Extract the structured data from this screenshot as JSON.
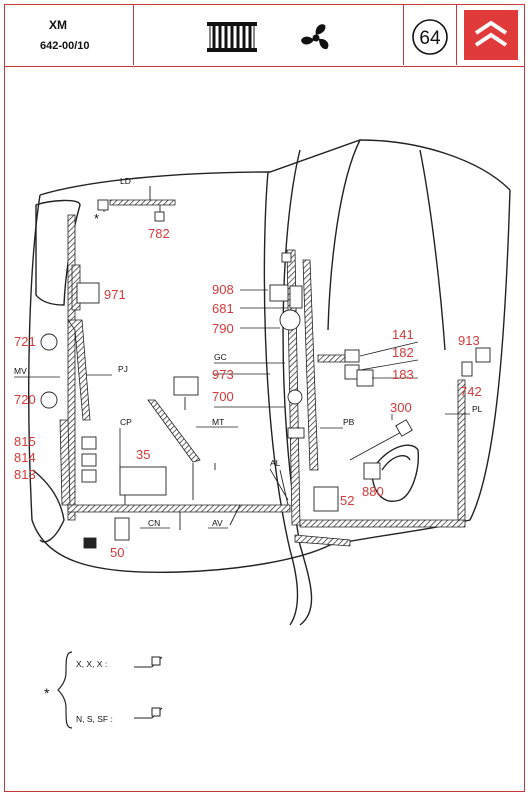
{
  "header": {
    "model": "XM",
    "code": "642-00/10",
    "page_number": "64",
    "icons": [
      "radiator-icon",
      "fan-icon",
      "citroen-logo"
    ]
  },
  "diagram": {
    "labels": {
      "LD": "LD",
      "PJ": "PJ",
      "MV": "MV",
      "GC": "GC",
      "MT": "MT",
      "CP": "CP",
      "CN": "CN",
      "AV": "AV",
      "AL": "AL",
      "PB": "PB",
      "PL": "PL"
    },
    "components": {
      "c782": "782",
      "c971": "971",
      "c908": "908",
      "c681": "681",
      "c790": "790",
      "c721": "721",
      "c720": "720",
      "c973": "973",
      "c700": "700",
      "c141": "141",
      "c182": "182",
      "c183": "183",
      "c913": "913",
      "c742": "742",
      "c300": "300",
      "c815": "815",
      "c814": "814",
      "c813": "813",
      "c35": "35",
      "c52": "52",
      "c880": "880",
      "c50": "50"
    },
    "star": "*"
  },
  "legend": {
    "star": "*",
    "row1": "X, X, X :",
    "row2": "N, S, SF :"
  },
  "colors": {
    "frame": "#c73a3a",
    "number": "#d43a3a",
    "line": "#222222"
  }
}
